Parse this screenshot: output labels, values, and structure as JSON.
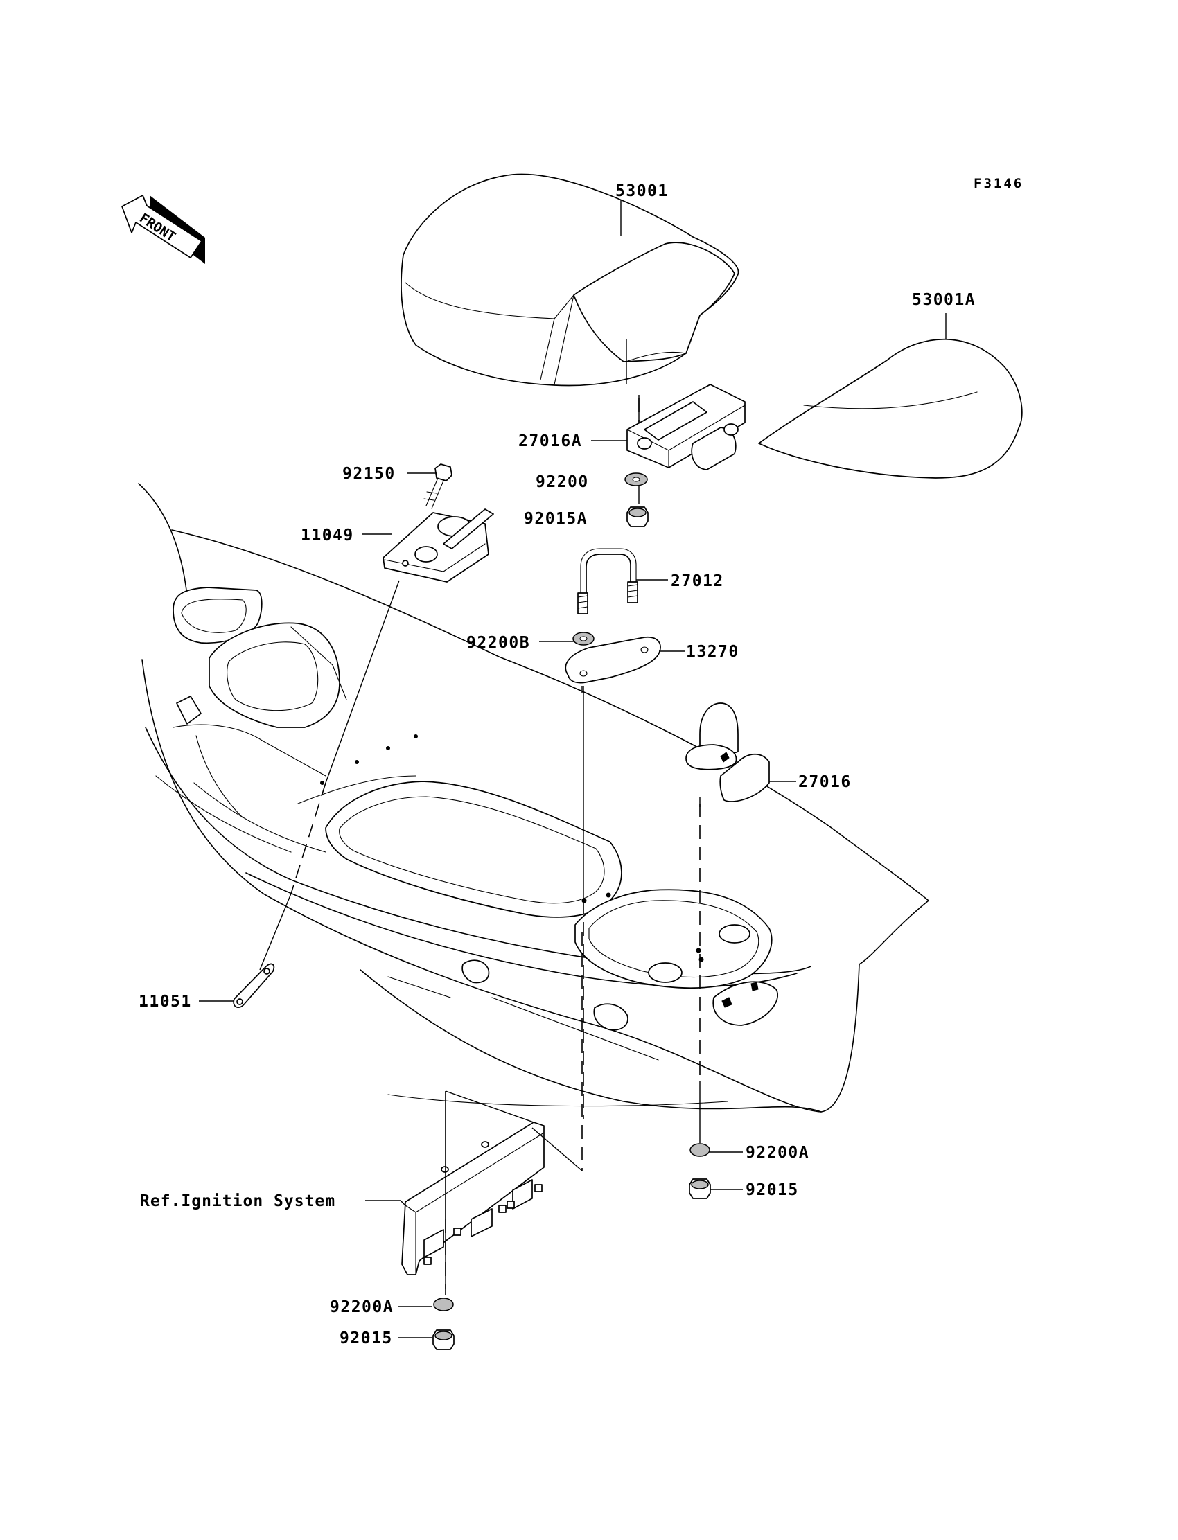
{
  "diagram": {
    "code": "F3146",
    "front_label": "FRONT",
    "parts": {
      "p53001": "53001",
      "p53001a": "53001A",
      "p27016a": "27016A",
      "p92200": "92200",
      "p92015a": "92015A",
      "p92150": "92150",
      "p11049": "11049",
      "p27012": "27012",
      "p92200b": "92200B",
      "p13270": "13270",
      "p27016": "27016",
      "p11051": "11051",
      "p92200a_right": "92200A",
      "p92015_right": "92015",
      "p92200a_left": "92200A",
      "p92015_left": "92015"
    },
    "reference": "Ref.Ignition System"
  }
}
